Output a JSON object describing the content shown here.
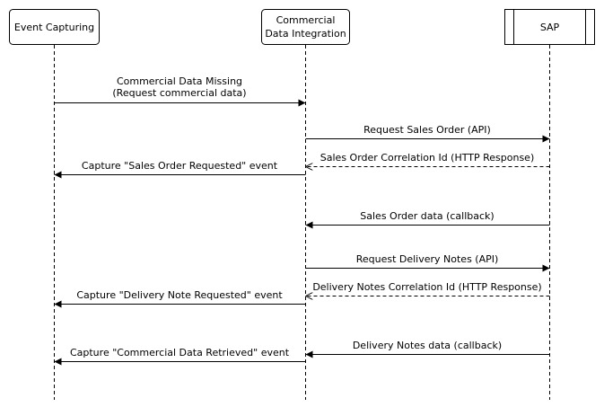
{
  "participants": [
    {
      "id": "event-capturing",
      "lines": [
        "Event Capturing"
      ],
      "style": "box"
    },
    {
      "id": "commercial-data-integration",
      "lines": [
        "Commercial",
        "Data Integration"
      ],
      "style": "box"
    },
    {
      "id": "sap",
      "lines": [
        "SAP"
      ],
      "style": "system"
    }
  ],
  "messages": [
    {
      "from": "event-capturing",
      "to": "commercial-data-integration",
      "lines": [
        "Commercial Data Missing",
        "(Request commercial data)"
      ],
      "kind": "sync"
    },
    {
      "from": "commercial-data-integration",
      "to": "sap",
      "lines": [
        "Request Sales Order (API)"
      ],
      "kind": "sync"
    },
    {
      "from": "sap",
      "to": "commercial-data-integration",
      "lines": [
        "Sales Order Correlation Id (HTTP Response)"
      ],
      "kind": "reply"
    },
    {
      "from": "commercial-data-integration",
      "to": "event-capturing",
      "lines": [
        "Capture \"Sales Order Requested\" event"
      ],
      "kind": "sync"
    },
    {
      "from": "sap",
      "to": "commercial-data-integration",
      "lines": [
        "Sales Order data (callback)"
      ],
      "kind": "sync"
    },
    {
      "from": "commercial-data-integration",
      "to": "sap",
      "lines": [
        "Request Delivery Notes (API)"
      ],
      "kind": "sync"
    },
    {
      "from": "sap",
      "to": "commercial-data-integration",
      "lines": [
        "Delivery Notes Correlation Id (HTTP Response)"
      ],
      "kind": "reply"
    },
    {
      "from": "commercial-data-integration",
      "to": "event-capturing",
      "lines": [
        "Capture \"Delivery Note Requested\" event"
      ],
      "kind": "sync"
    },
    {
      "from": "sap",
      "to": "commercial-data-integration",
      "lines": [
        "Delivery Notes data (callback)"
      ],
      "kind": "sync"
    },
    {
      "from": "commercial-data-integration",
      "to": "event-capturing",
      "lines": [
        "Capture \"Commercial Data Retrieved\" event"
      ],
      "kind": "sync"
    }
  ]
}
